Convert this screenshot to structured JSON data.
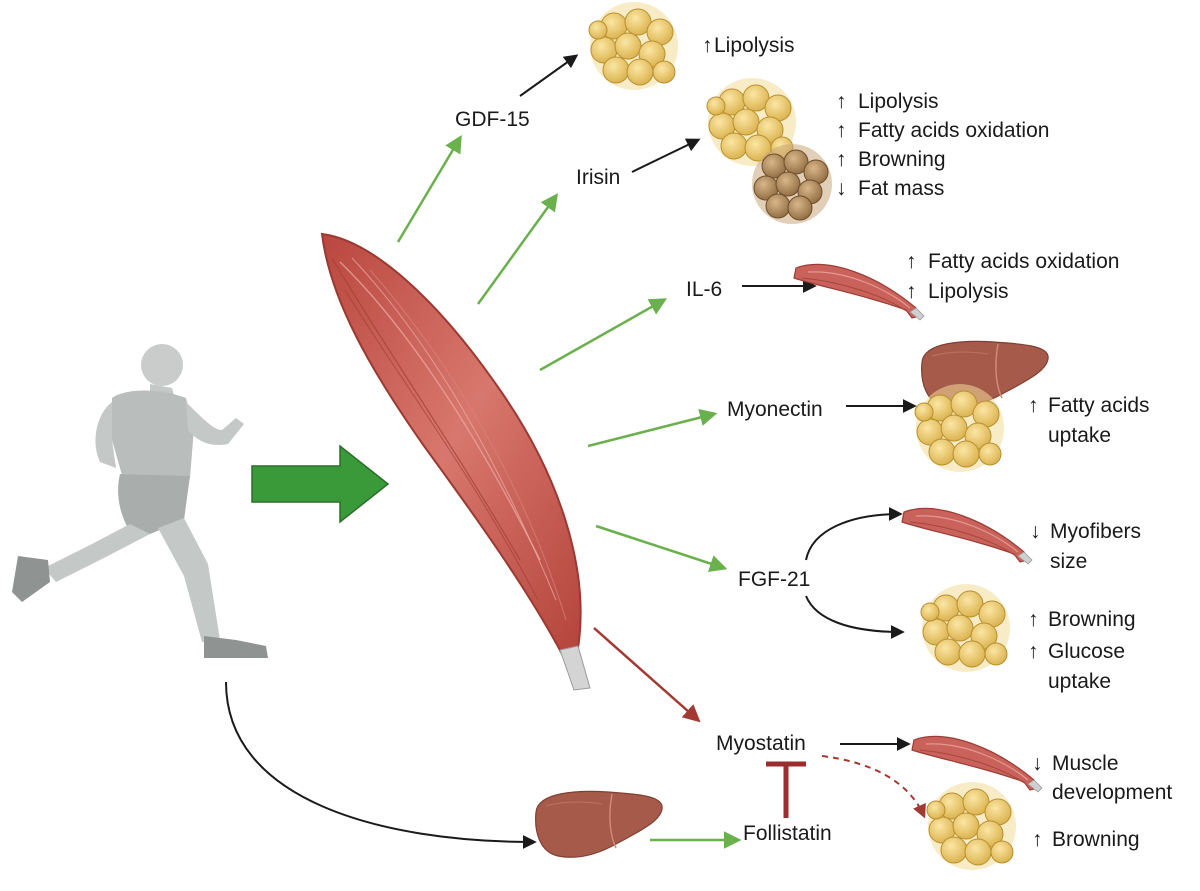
{
  "diagram": {
    "mediators": {
      "gdf15": "GDF-15",
      "irisin": "Irisin",
      "il6": "IL-6",
      "myonectin": "Myonectin",
      "fgf21": "FGF-21",
      "myostatin": "Myostatin",
      "follistatin": "Follistatin"
    },
    "effects": {
      "gdf15": [
        {
          "dir": "up",
          "text": "Lipolysis"
        }
      ],
      "irisin": [
        {
          "dir": "up",
          "text": "Lipolysis"
        },
        {
          "dir": "up",
          "text": "Fatty acids oxidation"
        },
        {
          "dir": "up",
          "text": "Browning"
        },
        {
          "dir": "down",
          "text": "Fat mass"
        }
      ],
      "il6": [
        {
          "dir": "up",
          "text": "Fatty acids oxidation"
        },
        {
          "dir": "up",
          "text": "Lipolysis"
        }
      ],
      "myonectin": {
        "dir": "up",
        "lines": [
          "Fatty acids",
          "uptake"
        ]
      },
      "fgf21_muscle": {
        "dir": "down",
        "lines": [
          "Myofibers",
          "size"
        ]
      },
      "fgf21_fat_browning": {
        "dir": "up",
        "text": "Browning"
      },
      "fgf21_fat_glucose": {
        "dir": "up",
        "lines": [
          "Glucose",
          "uptake"
        ]
      },
      "myostatin_muscle": {
        "dir": "down",
        "lines": [
          "Muscle",
          "development"
        ]
      },
      "myostatin_fat": {
        "dir": "up",
        "text": "Browning"
      }
    },
    "colors": {
      "stimulate": "#6ab04c",
      "myostatin_arrow": "#a33a32",
      "arrow_black": "#1a1a1a",
      "big_arrow": "#3a9a3a",
      "muscle": "#c9625a",
      "fat": "#e8c86a",
      "brown_fat": "#b8946a",
      "liver": "#a65a4a",
      "runner": "#c4c8c6"
    }
  }
}
